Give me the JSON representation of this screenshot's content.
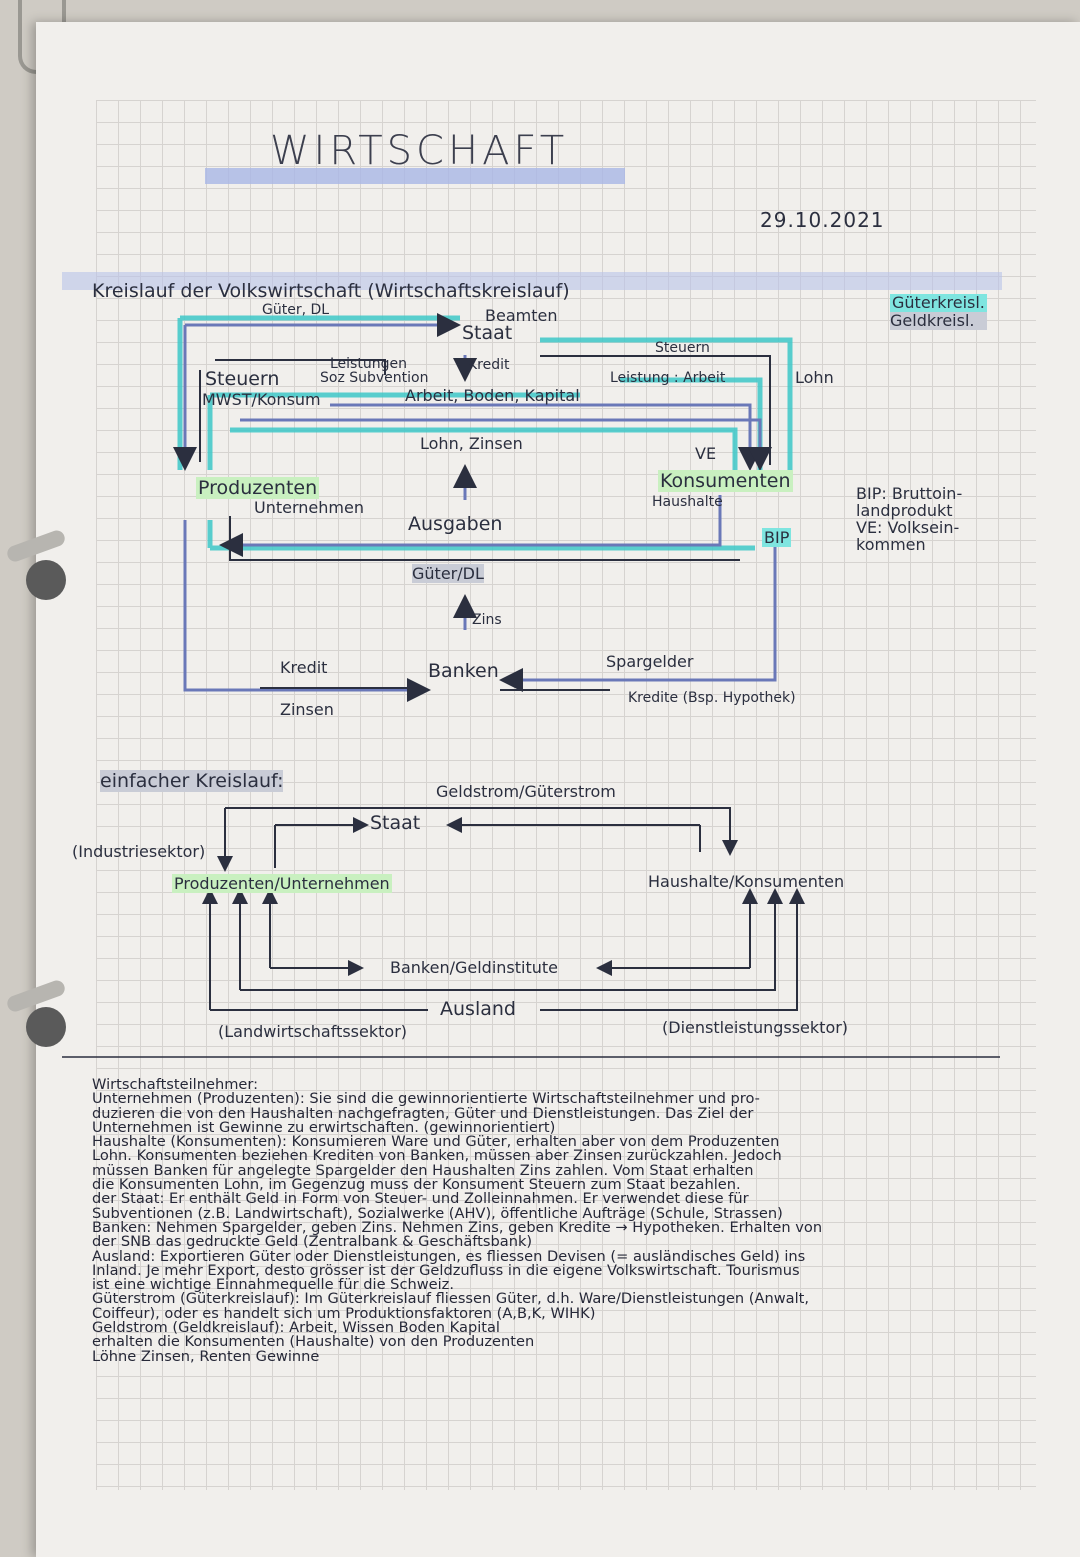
{
  "heading": {
    "title": "WIRTSCHAFT",
    "date": "29.10.2021"
  },
  "diagram1": {
    "heading": "Kreislauf der Volkswirtschaft (Wirtschaftskreislauf)",
    "legend": {
      "goods": "Güterkreisl.",
      "money": "Geldkreisl."
    },
    "labels": {
      "gueter_dl": "Güter, DL",
      "beamten": "Beamten",
      "staat": "Staat",
      "steuern_right": "Steuern",
      "leistungen": "Leistungen",
      "soz_subvention": "Soz Subvention",
      "kredit_top": "Kredit",
      "steuern_left": "Steuern",
      "mwst": "MWST/Konsum",
      "leistung_arbeit": "Leistung : Arbeit",
      "lohn_right": "Lohn",
      "arbeit_boden": "Arbeit, Boden, Kapital",
      "lohn_zinsen": "Lohn, Zinsen",
      "ve": "VE",
      "produzenten": "Produzenten",
      "unternehmen": "Unternehmen",
      "konsumenten": "Konsumenten",
      "haushalte": "Haushalte",
      "ausgaben": "Ausgaben",
      "bip": "BIP",
      "gueter_dl2": "Güter/DL",
      "zins": "Zins",
      "kredit_bottom": "Kredit",
      "banken": "Banken",
      "spargelder": "Spargelder",
      "zinsen": "Zinsen",
      "kredite_hypothek": "Kredite (Bsp. Hypothek)"
    },
    "notes": [
      "BIP: Bruttoin-",
      "landprodukt",
      "VE: Volksein-",
      "kommen"
    ]
  },
  "diagram2": {
    "heading": "einfacher Kreislauf:",
    "subtitle": "Geldstrom/Güterstrom",
    "staat": "Staat",
    "industriesektor": "(Industriesektor)",
    "produzenten": "Produzenten/Unternehmen",
    "haushalte": "Haushalte/Konsumenten",
    "banken": "Banken/Geldinstitute",
    "ausland": "Ausland",
    "landwirtschaft": "(Landwirtschaftssektor)",
    "dienstleistung": "(Dienstleistungssektor)"
  },
  "text_lines": [
    "Wirtschaftsteilnehmer:",
    "Unternehmen (Produzenten): Sie sind die gewinnorientierte Wirtschaftsteilnehmer und pro-",
    "duzieren die von den Haushalten nachgefragten, Güter und Dienstleistungen. Das Ziel der",
    "Unternehmen ist Gewinne zu erwirtschaften. (gewinnorientiert)",
    "Haushalte (Konsumenten): Konsumieren Ware und Güter, erhalten aber von dem Produzenten",
    "Lohn. Konsumenten beziehen Krediten von Banken, müssen aber Zinsen zurückzahlen. Jedoch",
    "müssen Banken für angelegte Spargelder den Haushalten Zins zahlen. Vom Staat erhalten",
    "die Konsumenten Lohn, im Gegenzug muss der Konsument Steuern zum Staat bezahlen.",
    "der Staat: Er enthält Geld in Form von Steuer- und Zolleinnahmen. Er verwendet diese für",
    "Subventionen (z.B. Landwirtschaft), Sozialwerke (AHV), öffentliche Aufträge (Schule, Strassen)",
    "Banken: Nehmen Spargelder, geben Zins. Nehmen Zins, geben Kredite → Hypotheken. Erhalten von",
    "der SNB das gedruckte Geld (Zentralbank & Geschäftsbank)",
    "Ausland: Exportieren Güter oder Dienstleistungen, es fliessen Devisen (= ausländisches Geld) ins",
    "Inland. Je mehr Export, desto grösser ist der Geldzufluss in die eigene Volkswirtschaft. Tourismus",
    "ist eine wichtige Einnahmequelle für die Schweiz.",
    "Güterstrom (Güterkreislauf): Im Güterkreislauf fliessen Güter, d.h. Ware/Dienstleistungen (Anwalt,",
    "Coiffeur), oder es handelt sich um Produktionsfaktoren (A,B,K, WIHK)",
    "Geldstrom (Geldkreislauf):     Arbeit, Wissen          Boden          Kapital",
    "          erhalten die Konsumenten (Haushalte) von den Produzenten",
    "                    Löhne                         Zinsen, Renten              Gewinne"
  ],
  "colors": {
    "paper": "#f1efec",
    "ink": "#2b2f3f",
    "blue_hl": "#a9b6e6",
    "cyan_hl": "#7fe5e0",
    "green_hl": "#c9f0c0",
    "money_line": "#3ec8c8",
    "goods_line": "#6a78b8"
  }
}
